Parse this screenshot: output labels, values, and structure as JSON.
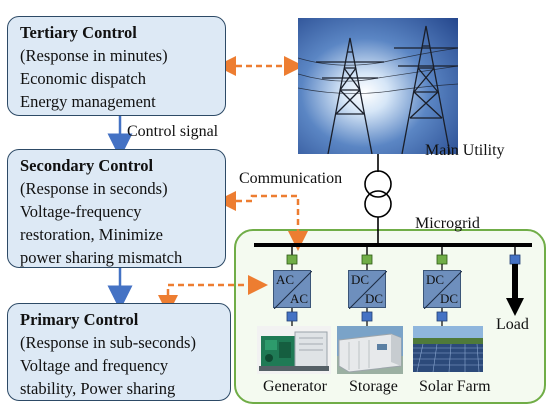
{
  "tertiary": {
    "title": "Tertiary Control",
    "lines": [
      "(Response in minutes)",
      "Economic dispatch",
      "Energy management"
    ]
  },
  "secondary": {
    "title": "Secondary Control",
    "lines": [
      "(Response in seconds)",
      "Voltage-frequency",
      "restoration, Minimize",
      "power sharing mismatch"
    ]
  },
  "primary": {
    "title": "Primary Control",
    "lines": [
      "(Response in sub-seconds)",
      "Voltage and frequency",
      "stability, Power sharing"
    ]
  },
  "labels": {
    "control_signal": "Control signal",
    "communication": "Communication",
    "main_utility": "Main Utility",
    "microgrid": "Microgrid",
    "load": "Load"
  },
  "converters": [
    {
      "top": "AC",
      "bottom": "AC"
    },
    {
      "top": "DC",
      "bottom": "DC"
    },
    {
      "top": "DC",
      "bottom": "DC"
    }
  ],
  "units": [
    "Generator",
    "Storage",
    "Solar Farm"
  ],
  "colors": {
    "box_fill": "#dde9f5",
    "box_border": "#2d4a66",
    "arrow_blue": "#4472c4",
    "dashed_orange": "#ed7d31",
    "microgrid_border": "#70ad47",
    "microgrid_fill": "#f4faf0",
    "node_green": "#70ad47",
    "node_blue": "#4472c4"
  }
}
